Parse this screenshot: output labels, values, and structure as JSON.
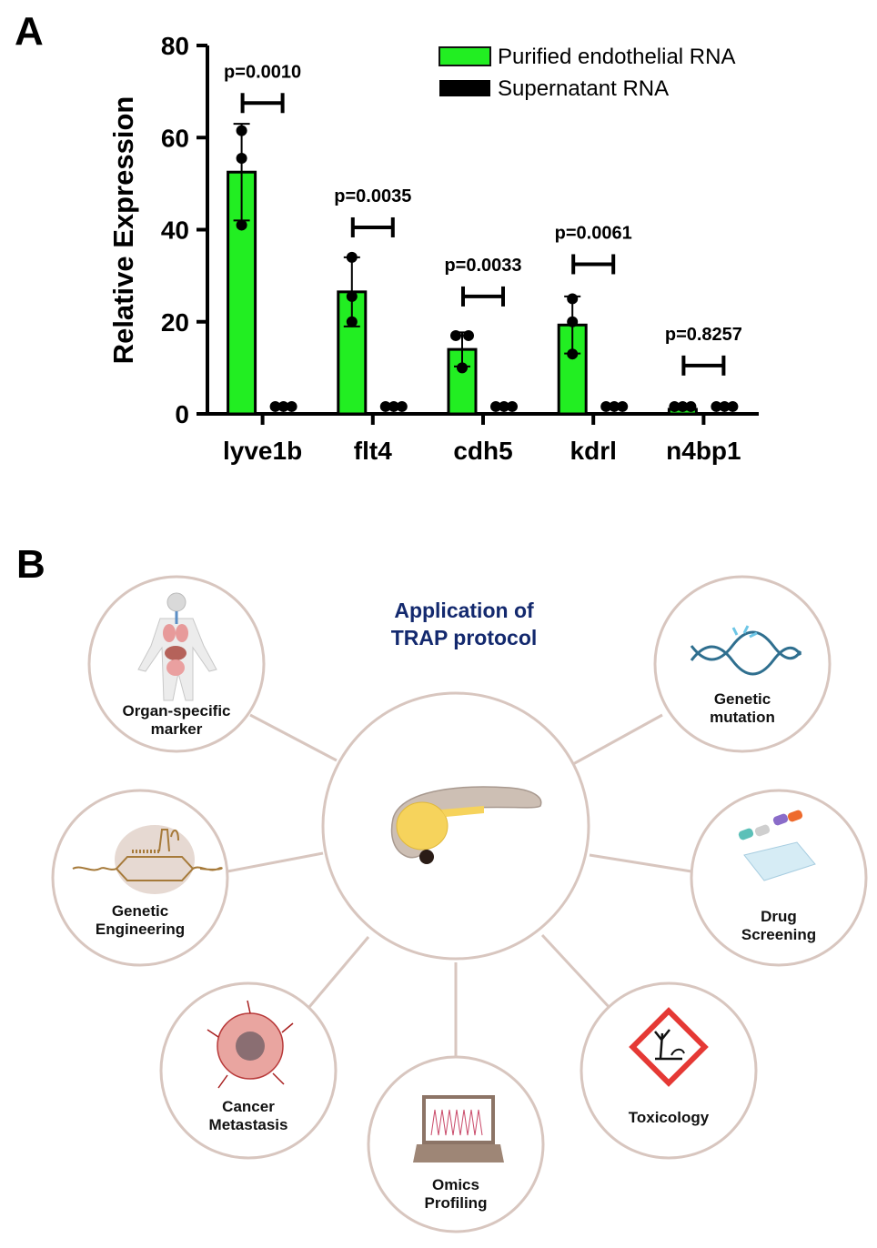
{
  "panel_a_label": "A",
  "panel_b_label": "B",
  "chart_data": {
    "type": "bar",
    "title": "",
    "xlabel": "",
    "ylabel": "Relative Expression",
    "ylim": [
      0,
      80
    ],
    "yticks": [
      0,
      20,
      40,
      60,
      80
    ],
    "categories": [
      "lyve1b",
      "flt4",
      "cdh5",
      "kdrl",
      "n4bp1"
    ],
    "legend_position": "top-right",
    "series": [
      {
        "name": "Purified endothelial RNA",
        "color": "#22ee22",
        "values": [
          52.5,
          26.5,
          14.0,
          19.3,
          1.0
        ],
        "error_sd": [
          10.5,
          7.5,
          3.7,
          6.2,
          0.1
        ],
        "points": [
          [
            61.5,
            55.5,
            41.0
          ],
          [
            34.0,
            25.5,
            20.0
          ],
          [
            17.0,
            17.0,
            10.0
          ],
          [
            25.0,
            20.0,
            13.0
          ],
          [
            1.0,
            1.0,
            1.0
          ]
        ]
      },
      {
        "name": "Supernatant RNA",
        "color": "#000000",
        "values": [
          1.0,
          1.0,
          1.0,
          1.0,
          1.0
        ],
        "error_sd": [
          0,
          0,
          0,
          0,
          0
        ],
        "points": [
          [
            1,
            1,
            1
          ],
          [
            1,
            1,
            1
          ],
          [
            1,
            1,
            1
          ],
          [
            1,
            1,
            1
          ],
          [
            1,
            1,
            1
          ]
        ]
      }
    ],
    "annotations": [
      {
        "category": "lyve1b",
        "text": "p=0.0010",
        "bracket_y": 67.5
      },
      {
        "category": "flt4",
        "text": "p=0.0035",
        "bracket_y": 40.5
      },
      {
        "category": "cdh5",
        "text": "p=0.0033",
        "bracket_y": 25.5
      },
      {
        "category": "kdrl",
        "text": "p=0.0061",
        "bracket_y": 32.5
      },
      {
        "category": "n4bp1",
        "text": "p=0.8257",
        "bracket_y": 10.5
      }
    ]
  },
  "diagram": {
    "title_line1": "Application of",
    "title_line2": "TRAP protocol",
    "center_icon": "zebrafish-embryo",
    "nodes": [
      {
        "id": "organ",
        "line1": "Organ-specific",
        "line2": "marker",
        "icon": "human-body-organs"
      },
      {
        "id": "mutation",
        "line1": "Genetic",
        "line2": "mutation",
        "icon": "dna-helix"
      },
      {
        "id": "engineering",
        "line1": "Genetic",
        "line2": "Engineering",
        "icon": "crispr-dna"
      },
      {
        "id": "drug",
        "line1": "Drug",
        "line2": "Screening",
        "icon": "pills-well-plate"
      },
      {
        "id": "cancer",
        "line1": "Cancer",
        "line2": "Metastasis",
        "icon": "tumor-cell"
      },
      {
        "id": "omics",
        "line1": "Omics",
        "line2": "Profiling",
        "icon": "laptop-chromatogram"
      },
      {
        "id": "toxicology",
        "line1": "Toxicology",
        "line2": "",
        "icon": "hazard-diamond"
      }
    ]
  }
}
